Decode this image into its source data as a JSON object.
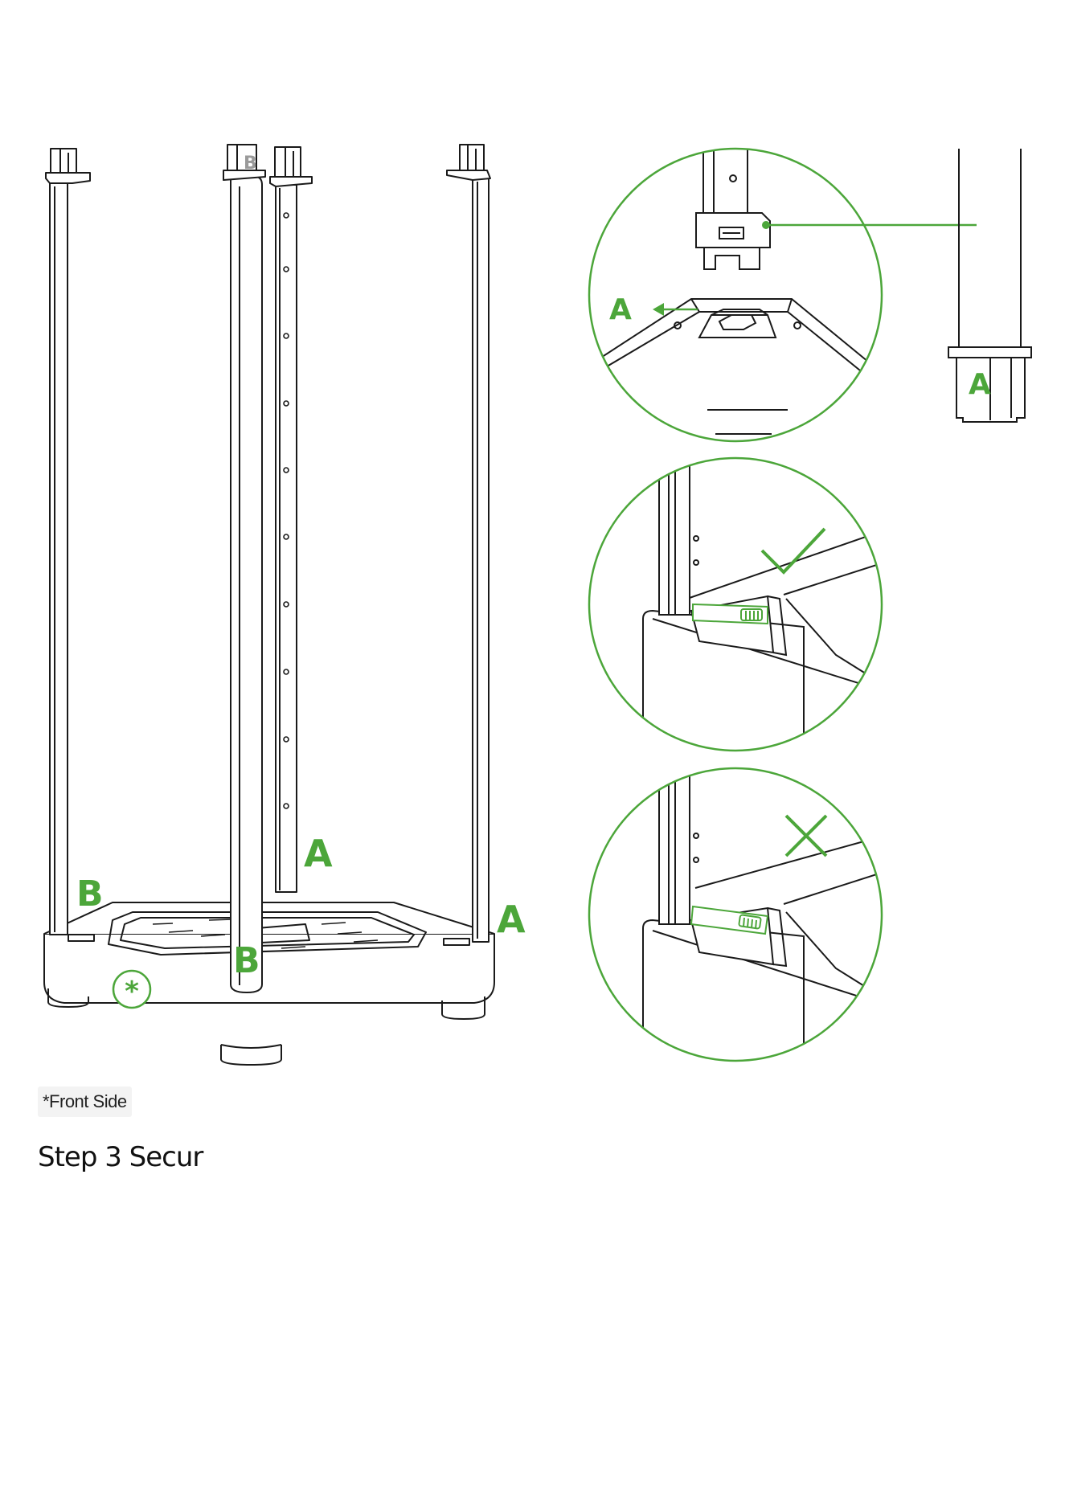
{
  "colors": {
    "accent": "#4ca63a",
    "line": "#1a1a1a",
    "muted": "#9a9a9a"
  },
  "main_figure": {
    "labels": {
      "a_center": "A",
      "a_right": "A",
      "b_left": "B",
      "b_front": "B",
      "b_top_faint": "B",
      "front_marker": "*"
    }
  },
  "detail_top": {
    "label_a": "A"
  },
  "side_detail": {
    "label_a": "A"
  },
  "detail_correct": {
    "icon": "check-icon"
  },
  "detail_incorrect": {
    "icon": "cross-icon"
  },
  "footer": {
    "note": "*Front Side",
    "step_title": "Step 3 Secur"
  }
}
